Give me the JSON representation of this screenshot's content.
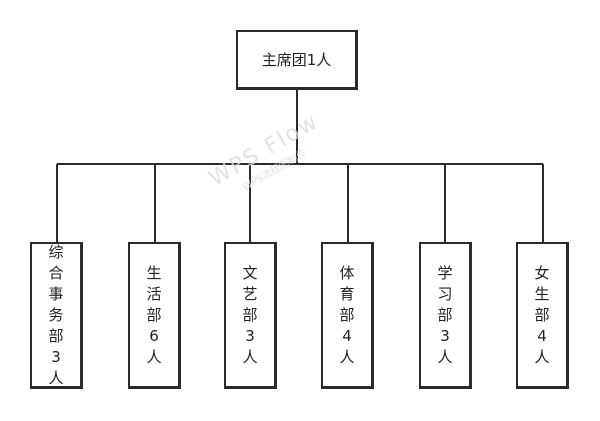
{
  "diagram": {
    "root": {
      "label": "主席团1人"
    },
    "departments": [
      {
        "id": "zonghe",
        "label": "综合事务部3人"
      },
      {
        "id": "shenghuo",
        "label": "生活部6人"
      },
      {
        "id": "wenyi",
        "label": "文艺部3人"
      },
      {
        "id": "tiyu",
        "label": "体育部4人"
      },
      {
        "id": "xuexi",
        "label": "学习部3人"
      },
      {
        "id": "nvsheng",
        "label": "女生部4人"
      }
    ],
    "line_color": "#2b2b2b"
  },
  "watermark": {
    "main": "WPS Flow",
    "sub": "WPS流程图制作"
  }
}
